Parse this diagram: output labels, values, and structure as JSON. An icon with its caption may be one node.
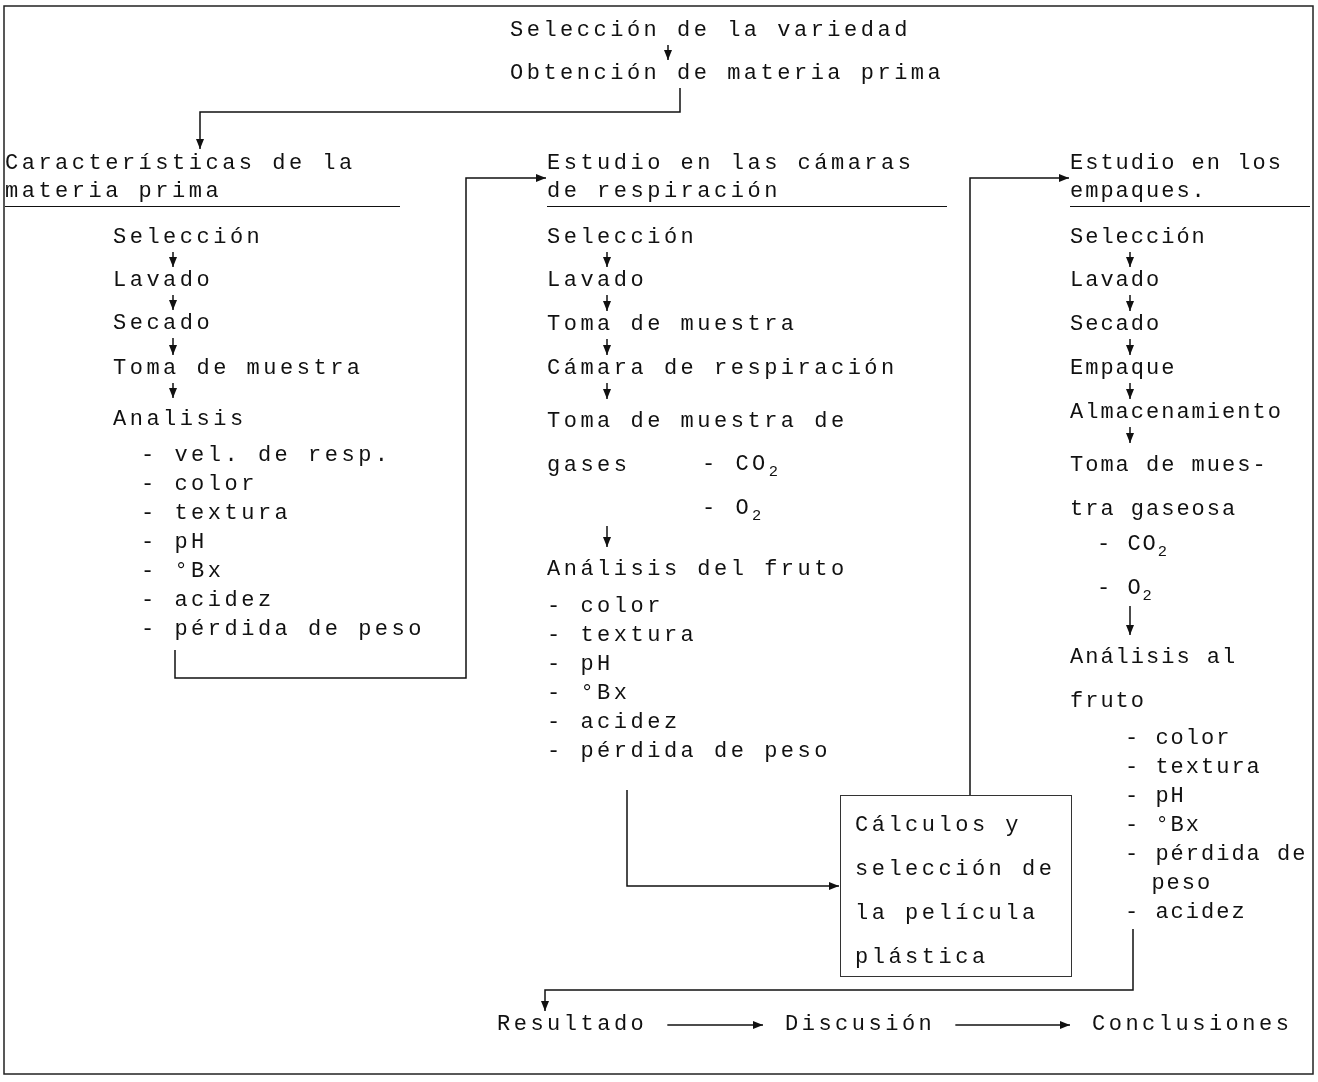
{
  "diagram": {
    "nodes": [
      {
        "text": [
          "Selección de la variedad"
        ]
      },
      {
        "text": [
          "Obtención de materia prima"
        ]
      },
      {
        "text": [
          "Características de la materia prima"
        ]
      },
      {
        "text": [
          "Selección"
        ]
      },
      {
        "text": [
          "Lavado"
        ]
      },
      {
        "text": [
          "Secado"
        ]
      },
      {
        "text": [
          "Toma de muestra"
        ]
      },
      {
        "text": [
          "Analisis",
          "- vel. de resp.",
          "- color",
          "- textura",
          "- pH",
          "- °Bx",
          "- acidez",
          "- pérdida de peso"
        ]
      },
      {
        "text": [
          "Estudio en las cámaras de respiración"
        ]
      },
      {
        "text": [
          "Selección"
        ]
      },
      {
        "text": [
          "Lavado"
        ]
      },
      {
        "text": [
          "Toma de muestra"
        ]
      },
      {
        "text": [
          "Cámara de respiración"
        ]
      },
      {
        "text": [
          "Toma de muestra de gases",
          "- CO$_{2}$",
          "- O$_{2}$"
        ]
      },
      {
        "text": [
          "Análisis del fruto",
          "- color",
          "- textura",
          "- pH",
          "- °Bx",
          "- acidez",
          "- pérdida de peso"
        ]
      },
      {
        "text": [
          "Cálculos y selección de la película plástica"
        ]
      },
      {
        "text": [
          "Estudio en los empaques."
        ]
      },
      {
        "text": [
          "Selección"
        ]
      },
      {
        "text": [
          "Lavado"
        ]
      },
      {
        "text": [
          "Secado"
        ]
      },
      {
        "text": [
          "Empaque"
        ]
      },
      {
        "text": [
          "Almacenamiento"
        ]
      },
      {
        "text": [
          "Toma de mues- tra gaseosa",
          "- CO$_{2}$",
          "- O$_{2}$"
        ]
      },
      {
        "text": [
          "Análisis al fruto",
          "- color",
          "- textura",
          "- pH",
          "- °Bx",
          "- pérdida de peso",
          "- acidez"
        ]
      },
      {
        "text": [
          "Resultado"
        ]
      },
      {
        "text": [
          "Discusión"
        ]
      },
      {
        "text": [
          "Conclusiones"
        ]
      }
    ],
    "edges": [
      {
        "from": 0,
        "to": 1,
        "arrow": "to"
      },
      {
        "from": 1,
        "to": 2,
        "arrow": "to"
      },
      {
        "from": 3,
        "to": 4,
        "arrow": "to"
      },
      {
        "from": 4,
        "to": 5,
        "arrow": "to"
      },
      {
        "from": 5,
        "to": 6,
        "arrow": "to"
      },
      {
        "from": 6,
        "to": 7,
        "arrow": "to"
      },
      {
        "from": 7,
        "to": 8,
        "arrow": "to"
      },
      {
        "from": 9,
        "to": 10,
        "arrow": "to"
      },
      {
        "from": 10,
        "to": 11,
        "arrow": "to"
      },
      {
        "from": 11,
        "to": 12,
        "arrow": "to"
      },
      {
        "from": 12,
        "to": 13,
        "arrow": "to"
      },
      {
        "from": 13,
        "to": 14,
        "arrow": "to"
      },
      {
        "from": 14,
        "to": 15,
        "arrow": "to"
      },
      {
        "from": 15,
        "to": 16,
        "arrow": "to"
      },
      {
        "from": 17,
        "to": 18,
        "arrow": "to"
      },
      {
        "from": 18,
        "to": 19,
        "arrow": "to"
      },
      {
        "from": 19,
        "to": 20,
        "arrow": "to"
      },
      {
        "from": 20,
        "to": 21,
        "arrow": "to"
      },
      {
        "from": 21,
        "to": 22,
        "arrow": "to"
      },
      {
        "from": 22,
        "to": 23,
        "arrow": "to"
      },
      {
        "from": 23,
        "to": 24,
        "arrow": "to"
      },
      {
        "from": 24,
        "to": 25,
        "arrow": "to"
      },
      {
        "from": 25,
        "to": 26,
        "arrow": "to"
      }
    ]
  }
}
